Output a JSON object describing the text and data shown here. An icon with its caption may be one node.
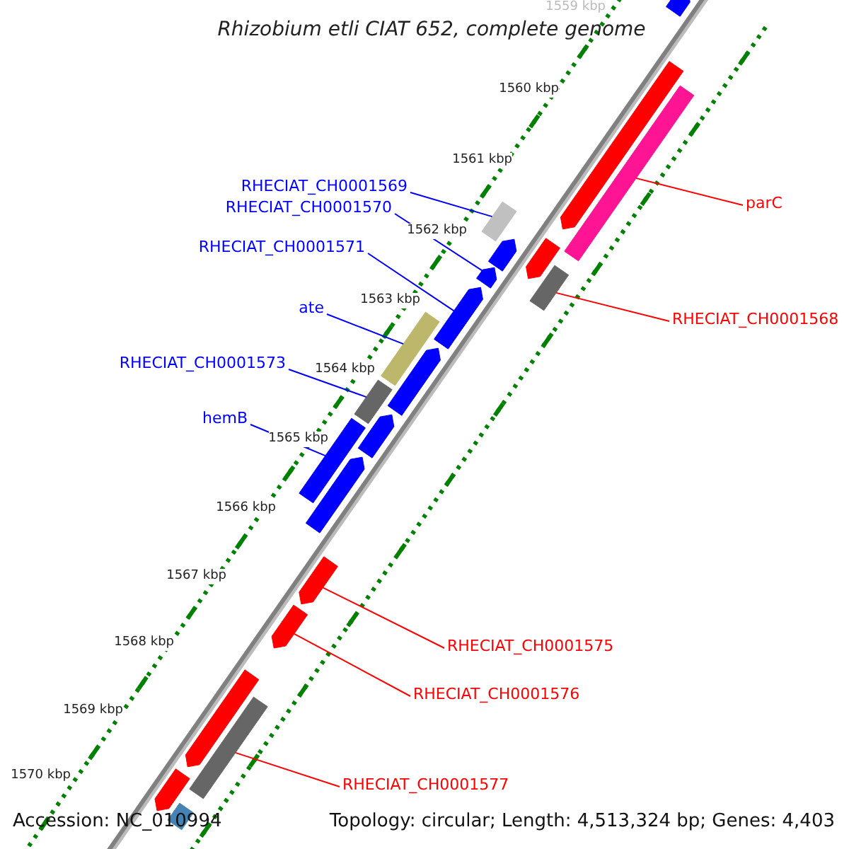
{
  "diagram": {
    "title": "Rhizobium etli CIAT 652, complete genome",
    "nodes": [
      {
        "text": [
          "RHECIAT_CH0001569"
        ]
      },
      {
        "text": [
          "parC"
        ]
      },
      {
        "text": [
          "RHECIAT_CH0001570"
        ]
      },
      {
        "text": [
          "RHECIAT_CH0001571"
        ]
      },
      {
        "text": [
          "ate"
        ]
      },
      {
        "text": [
          "RHECIAT_CH0001568"
        ]
      },
      {
        "text": [
          "RHECIAT_CH0001573"
        ]
      },
      {
        "text": [
          "hemB"
        ]
      },
      {
        "text": [
          "RHECIAT_CH0001575"
        ]
      },
      {
        "text": [
          "RHECIAT_CH0001576"
        ]
      },
      {
        "text": [
          "RHECIAT_CH0001577"
        ]
      },
      {
        "text": [],
        "shape": "bar"
      },
      {
        "text": [],
        "shape": "bar"
      },
      {
        "text": [],
        "shape": "bar"
      },
      {
        "text": [],
        "shape": "bar"
      },
      {
        "text": [],
        "shape": "bar"
      },
      {
        "text": [],
        "shape": "bar"
      },
      {
        "text": [],
        "shape": "bar"
      },
      {
        "text": [],
        "shape": "bar"
      },
      {
        "text": [],
        "shape": "bar"
      },
      {
        "text": [],
        "shape": "bar"
      },
      {
        "text": [],
        "shape": "bar"
      },
      {
        "text": [],
        "shape": "bar"
      },
      {
        "text": [],
        "shape": "bar"
      },
      {
        "text": [],
        "shape": "bar"
      },
      {
        "text": [],
        "shape": "bar"
      },
      {
        "text": [],
        "shape": "bar"
      },
      {
        "text": [],
        "shape": "bar"
      },
      {
        "text": [],
        "shape": "bar"
      },
      {
        "text": [],
        "shape": "bar"
      },
      {
        "text": [],
        "shape": "bar"
      },
      {
        "text": [],
        "shape": "bar"
      }
    ],
    "edges": [
      {
        "from": 0,
        "to": 14,
        "arrow": "none"
      },
      {
        "from": 1,
        "to": 13,
        "arrow": "none",
        "color": "#ff0000"
      },
      {
        "from": 2,
        "to": 18,
        "arrow": "none"
      },
      {
        "from": 3,
        "to": 19,
        "arrow": "none"
      },
      {
        "from": 4,
        "to": 20,
        "arrow": "none"
      },
      {
        "from": 5,
        "to": 16,
        "arrow": "none",
        "color": "#ff0000"
      },
      {
        "from": 6,
        "to": 22,
        "arrow": "none"
      },
      {
        "from": 7,
        "to": 24,
        "arrow": "none"
      },
      {
        "from": 8,
        "to": 26,
        "arrow": "none",
        "color": "#ff0000"
      },
      {
        "from": 9,
        "to": 27,
        "arrow": "none",
        "color": "#ff0000"
      },
      {
        "from": 10,
        "to": 29,
        "arrow": "none",
        "color": "#ff0000"
      }
    ],
    "labels": [
      "1559 kbp",
      "1560 kbp",
      "1561 kbp",
      "1562 kbp",
      "1563 kbp",
      "1564 kbp",
      "1565 kbp",
      "1566 kbp",
      "1567 kbp",
      "1568 kbp",
      "1569 kbp",
      "1570 kbp",
      "Accession: NC_010994",
      "Topology: circular; Length: 4,513,324 bp; Genes: 4,403"
    ]
  }
}
